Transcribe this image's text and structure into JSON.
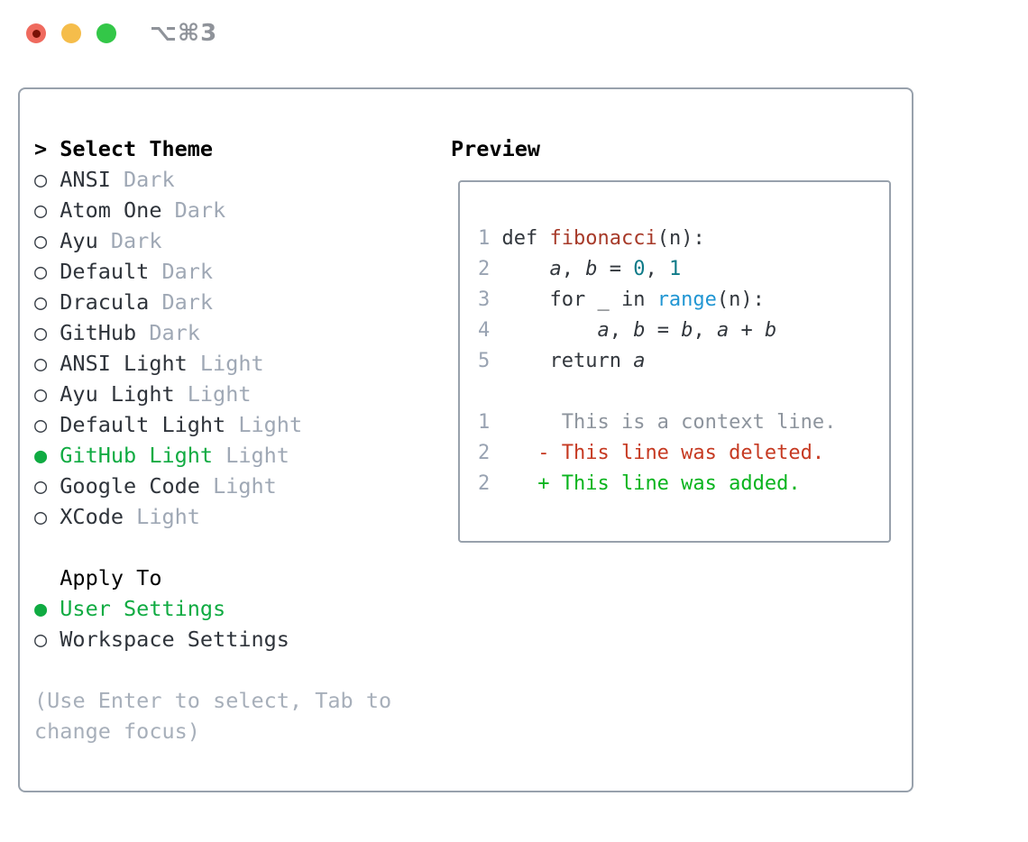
{
  "window": {
    "title": "⌥⌘3",
    "traffic_lights": [
      "close",
      "minimize",
      "zoom"
    ]
  },
  "theme_picker": {
    "prompt": ">",
    "heading": "Select Theme",
    "radio_unselected": "○",
    "radio_selected": "●",
    "themes": [
      {
        "name": "ANSI",
        "tag": "Dark",
        "selected": false,
        "bullet": "○"
      },
      {
        "name": "Atom One",
        "tag": "Dark",
        "selected": false,
        "bullet": "○"
      },
      {
        "name": "Ayu",
        "tag": "Dark",
        "selected": false,
        "bullet": "○"
      },
      {
        "name": "Default",
        "tag": "Dark",
        "selected": false,
        "bullet": "○"
      },
      {
        "name": "Dracula",
        "tag": "Dark",
        "selected": false,
        "bullet": "○"
      },
      {
        "name": "GitHub",
        "tag": "Dark",
        "selected": false,
        "bullet": "○"
      },
      {
        "name": "ANSI Light",
        "tag": "Light",
        "selected": false,
        "bullet": "○"
      },
      {
        "name": "Ayu Light",
        "tag": "Light",
        "selected": false,
        "bullet": "○"
      },
      {
        "name": "Default Light",
        "tag": "Light",
        "selected": false,
        "bullet": "○"
      },
      {
        "name": "GitHub Light",
        "tag": "Light",
        "selected": true,
        "bullet": "●"
      },
      {
        "name": "Google Code",
        "tag": "Light",
        "selected": false,
        "bullet": "○"
      },
      {
        "name": "XCode",
        "tag": "Light",
        "selected": false,
        "bullet": "○"
      }
    ],
    "apply_to": {
      "heading": "Apply To",
      "options": [
        {
          "label": "User Settings",
          "selected": true,
          "bullet": "●"
        },
        {
          "label": "Workspace Settings",
          "selected": false,
          "bullet": "○"
        }
      ]
    },
    "hint_lines": [
      "(Use Enter to select, Tab to",
      "change focus)"
    ]
  },
  "preview": {
    "heading": "Preview",
    "gap": " ",
    "code_lines": [
      {
        "num": "1",
        "tokens": [
          {
            "text": "def ",
            "cls": "fg"
          },
          {
            "text": "fibonacci",
            "cls": "func"
          },
          {
            "text": "(n):",
            "cls": "fg"
          }
        ]
      },
      {
        "num": "2",
        "tokens": [
          {
            "text": "    ",
            "cls": "fg"
          },
          {
            "text": "a",
            "cls": "var"
          },
          {
            "text": ", ",
            "cls": "fg"
          },
          {
            "text": "b",
            "cls": "var"
          },
          {
            "text": " = ",
            "cls": "fg"
          },
          {
            "text": "0",
            "cls": "num"
          },
          {
            "text": ", ",
            "cls": "fg"
          },
          {
            "text": "1",
            "cls": "num"
          }
        ]
      },
      {
        "num": "3",
        "tokens": [
          {
            "text": "    for _ in ",
            "cls": "fg"
          },
          {
            "text": "range",
            "cls": "builtin"
          },
          {
            "text": "(n):",
            "cls": "fg"
          }
        ]
      },
      {
        "num": "4",
        "tokens": [
          {
            "text": "        ",
            "cls": "fg"
          },
          {
            "text": "a",
            "cls": "var"
          },
          {
            "text": ", ",
            "cls": "fg"
          },
          {
            "text": "b",
            "cls": "var"
          },
          {
            "text": " = ",
            "cls": "fg"
          },
          {
            "text": "b",
            "cls": "var"
          },
          {
            "text": ", ",
            "cls": "fg"
          },
          {
            "text": "a",
            "cls": "var"
          },
          {
            "text": " + ",
            "cls": "fg"
          },
          {
            "text": "b",
            "cls": "var"
          }
        ]
      },
      {
        "num": "5",
        "tokens": [
          {
            "text": "    return ",
            "cls": "fg"
          },
          {
            "text": "a",
            "cls": "var"
          }
        ]
      }
    ],
    "diff_lines": [
      {
        "num": "1",
        "body": "     This is a context line.",
        "type": "context"
      },
      {
        "num": "2",
        "body": "   - This line was deleted.",
        "type": "deleted"
      },
      {
        "num": "2",
        "body": "   + This line was added.",
        "type": "added"
      }
    ]
  },
  "colors": {
    "selected_green": "#10ab42",
    "diff_added_green": "#09b41e",
    "diff_deleted_red": "#c63a22",
    "diff_context_gray": "#8d949d",
    "syntax_function_red": "#a73a29",
    "syntax_number_teal": "#0e7a88",
    "syntax_builtin_blue": "#2196d3",
    "code_foreground": "#32373d",
    "line_number_gray": "#99a3b2",
    "tag_gray": "#9fa8b5",
    "hint_gray": "#a7afba",
    "border_gray": "#98a1ac",
    "traffic_red": "#ef6a5e",
    "traffic_yellow": "#f5bd4b",
    "traffic_green": "#33c748",
    "title_gray": "#8f939a"
  }
}
